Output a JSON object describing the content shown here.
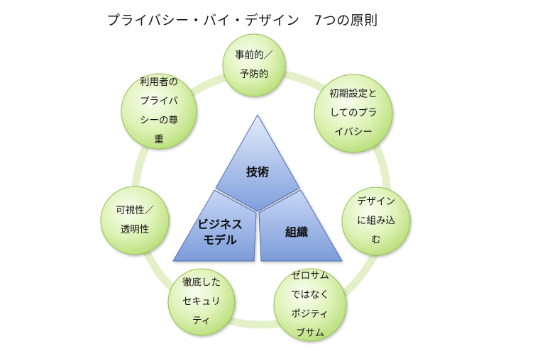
{
  "title": "プライバシー・バイ・デザイン　7つの原則",
  "colors": {
    "ring": "#e2f0c4",
    "circle_fill_light": "#f7fde6",
    "circle_fill_dark": "#b9e07a",
    "circle_stroke": "#8fbd4a",
    "triangle_light": "#dce7fb",
    "triangle_dark": "#7f9fdc",
    "triangle_stroke": "#4d6fb3"
  },
  "principles": [
    {
      "lines": [
        "事前的／",
        "予防的"
      ]
    },
    {
      "lines": [
        "初期設定と",
        "してのプラ",
        "イバシー"
      ]
    },
    {
      "lines": [
        "デザイン",
        "に組み込",
        "む"
      ]
    },
    {
      "lines": [
        "ゼロサム",
        "ではなく",
        "ポジティ",
        "ブサム"
      ]
    },
    {
      "lines": [
        "徹底した",
        "セキュリ",
        "ティ"
      ]
    },
    {
      "lines": [
        "可視性／",
        "透明性"
      ]
    },
    {
      "lines": [
        "利用者の",
        "プライバ",
        "シーの尊",
        "重"
      ]
    }
  ],
  "pillars": {
    "top": {
      "lines": [
        "技術"
      ]
    },
    "left": {
      "lines": [
        "ビジネス",
        "モデル"
      ]
    },
    "right": {
      "lines": [
        "組織"
      ]
    }
  }
}
